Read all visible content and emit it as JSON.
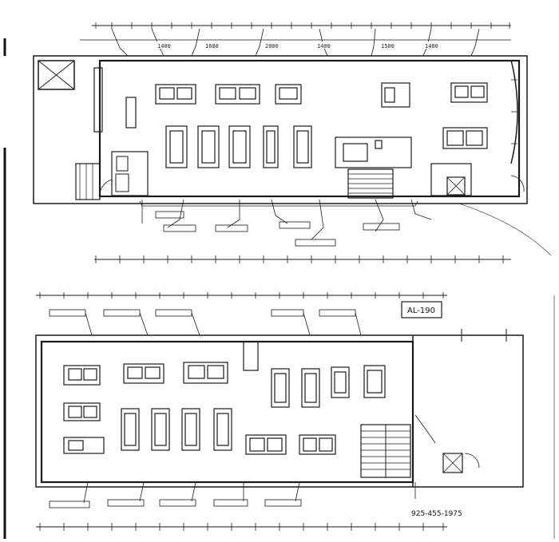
{
  "drawing": {
    "stamp": "AL-190",
    "reference_note": "925-455-1975",
    "dim_labels": [
      "1400",
      "1600",
      "2000",
      "1400",
      "1500",
      "1400"
    ]
  },
  "colors": {
    "ink": "#1a1a1a",
    "paper": "#ffffff",
    "fill": "#e8e8e8"
  },
  "icons": [
    "elevator-shaft-icon",
    "staircase-icon",
    "scale-ruler-icon",
    "door-swing-icon"
  ]
}
